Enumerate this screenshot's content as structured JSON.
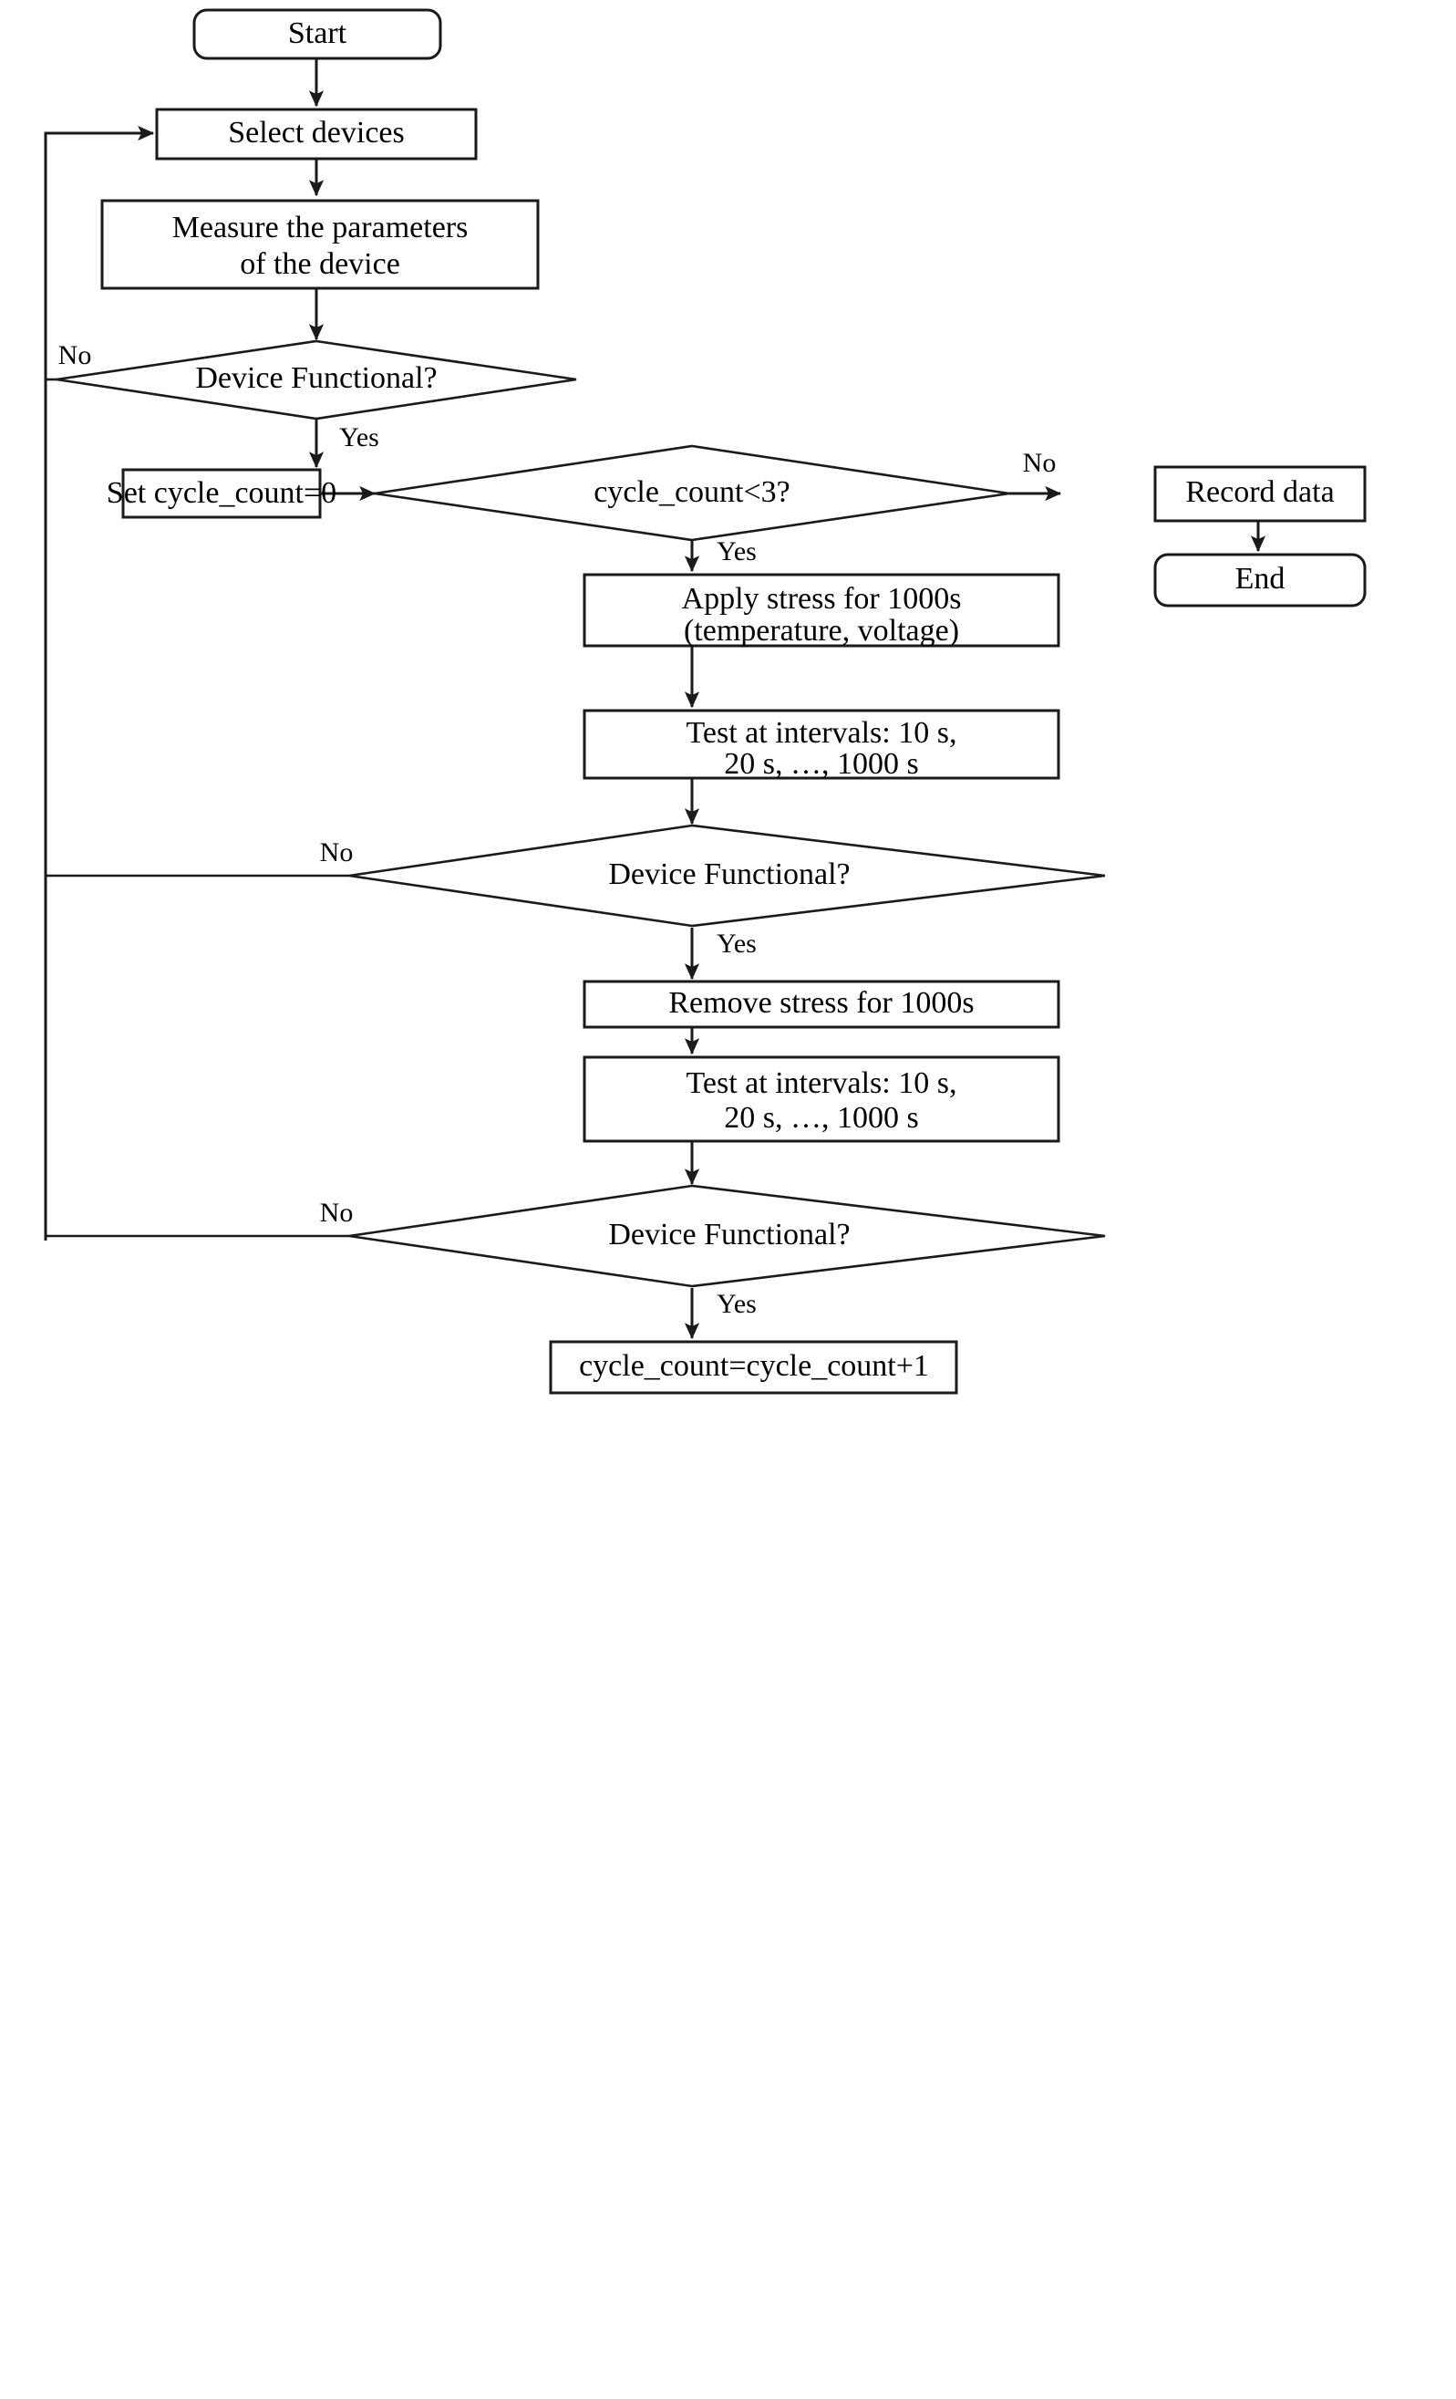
{
  "diagram": {
    "type": "flowchart",
    "title": "Device stress-test cycling flowchart",
    "colors": {
      "background": "#ffffff",
      "stroke": "#1a1a1a",
      "text": "#000000"
    },
    "nodes": [
      {
        "id": "start",
        "shape": "terminator",
        "label": "Start"
      },
      {
        "id": "select_devices",
        "shape": "process",
        "label": "Select devices"
      },
      {
        "id": "measure_params",
        "shape": "process",
        "label_line1": "Measure the parameters",
        "label_line2": "of the device"
      },
      {
        "id": "dev_func_1",
        "shape": "decision",
        "label": "Device Functional?"
      },
      {
        "id": "set_cycle_count",
        "shape": "process",
        "label": "Set cycle_count=0"
      },
      {
        "id": "cycle_lt_3",
        "shape": "decision",
        "label": "cycle_count<3?"
      },
      {
        "id": "record_data",
        "shape": "process",
        "label": "Record data"
      },
      {
        "id": "end",
        "shape": "terminator",
        "label": "End"
      },
      {
        "id": "apply_stress",
        "shape": "process",
        "label_line1": "Apply stress for 1000s",
        "label_line2": "(temperature, voltage)"
      },
      {
        "id": "test_intervals_1",
        "shape": "process",
        "label_line1": "Test at intervals: 10 s,",
        "label_line2": "20 s, …, 1000 s"
      },
      {
        "id": "dev_func_2",
        "shape": "decision",
        "label": "Device Functional?"
      },
      {
        "id": "remove_stress",
        "shape": "process",
        "label": "Remove stress for 1000s"
      },
      {
        "id": "test_intervals_2",
        "shape": "process",
        "label_line1": "Test at intervals: 10 s,",
        "label_line2": "20 s, …, 1000 s"
      },
      {
        "id": "dev_func_3",
        "shape": "decision",
        "label": "Device Functional?"
      },
      {
        "id": "increment",
        "shape": "process",
        "label": "cycle_count=cycle_count+1"
      }
    ],
    "edge_labels": {
      "dev_func_1_no": "No",
      "dev_func_1_yes": "Yes",
      "cycle_lt_3_no": "No",
      "cycle_lt_3_yes": "Yes",
      "dev_func_2_no": "No",
      "dev_func_2_yes": "Yes",
      "dev_func_3_no": "No",
      "dev_func_3_yes": "Yes"
    },
    "edges": [
      {
        "from": "start",
        "to": "select_devices",
        "label": ""
      },
      {
        "from": "select_devices",
        "to": "measure_params",
        "label": ""
      },
      {
        "from": "measure_params",
        "to": "dev_func_1",
        "label": ""
      },
      {
        "from": "dev_func_1",
        "to": "select_devices",
        "label": "No"
      },
      {
        "from": "dev_func_1",
        "to": "set_cycle_count",
        "label": "Yes"
      },
      {
        "from": "set_cycle_count",
        "to": "cycle_lt_3",
        "label": ""
      },
      {
        "from": "cycle_lt_3",
        "to": "record_data",
        "label": "No"
      },
      {
        "from": "record_data",
        "to": "end",
        "label": ""
      },
      {
        "from": "cycle_lt_3",
        "to": "apply_stress",
        "label": "Yes"
      },
      {
        "from": "apply_stress",
        "to": "test_intervals_1",
        "label": ""
      },
      {
        "from": "test_intervals_1",
        "to": "dev_func_2",
        "label": ""
      },
      {
        "from": "dev_func_2",
        "to": "select_devices",
        "label": "No"
      },
      {
        "from": "dev_func_2",
        "to": "remove_stress",
        "label": "Yes"
      },
      {
        "from": "remove_stress",
        "to": "test_intervals_2",
        "label": ""
      },
      {
        "from": "test_intervals_2",
        "to": "dev_func_3",
        "label": ""
      },
      {
        "from": "dev_func_3",
        "to": "select_devices",
        "label": "No"
      },
      {
        "from": "dev_func_3",
        "to": "increment",
        "label": "Yes"
      }
    ]
  }
}
